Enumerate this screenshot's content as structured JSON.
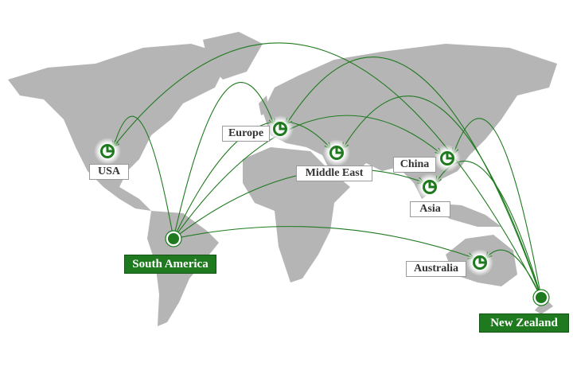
{
  "colors": {
    "land": "#b5b5b5",
    "route": "#1f7a1f",
    "hub_bg": "#1f7a1f"
  },
  "hubs": [
    {
      "label": "South America"
    },
    {
      "label": "New Zealand"
    }
  ],
  "destinations": [
    {
      "label": "USA",
      "icon": "office-pie-icon"
    },
    {
      "label": "Europe",
      "icon": "office-pie-icon"
    },
    {
      "label": "Middle East",
      "icon": "office-pie-icon"
    },
    {
      "label": "China",
      "icon": "office-pie-icon"
    },
    {
      "label": "Asia",
      "icon": "office-pie-icon"
    },
    {
      "label": "Australia",
      "icon": "office-pie-icon"
    }
  ],
  "routes": [
    {
      "from": "South America",
      "to": [
        "USA",
        "Europe",
        "Middle East",
        "China",
        "Asia",
        "Australia"
      ]
    },
    {
      "from": "New Zealand",
      "to": [
        "USA",
        "Europe",
        "Middle East",
        "China",
        "Asia",
        "Australia"
      ]
    }
  ]
}
